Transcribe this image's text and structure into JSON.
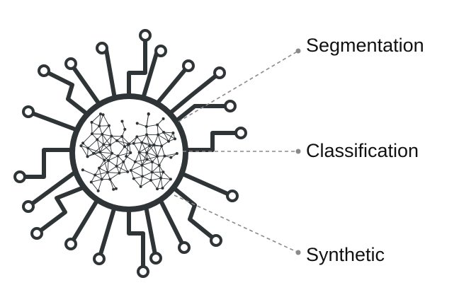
{
  "labels": {
    "segmentation": "Segmentation",
    "classification": "Classification",
    "synthetic": "Synthetic"
  },
  "colors": {
    "circuit": "#2f3437",
    "connector": "#8a8a8a",
    "text": "#111111",
    "background": "#ffffff"
  },
  "icons": [
    "circuit-hub-icon",
    "brain-network-icon"
  ]
}
